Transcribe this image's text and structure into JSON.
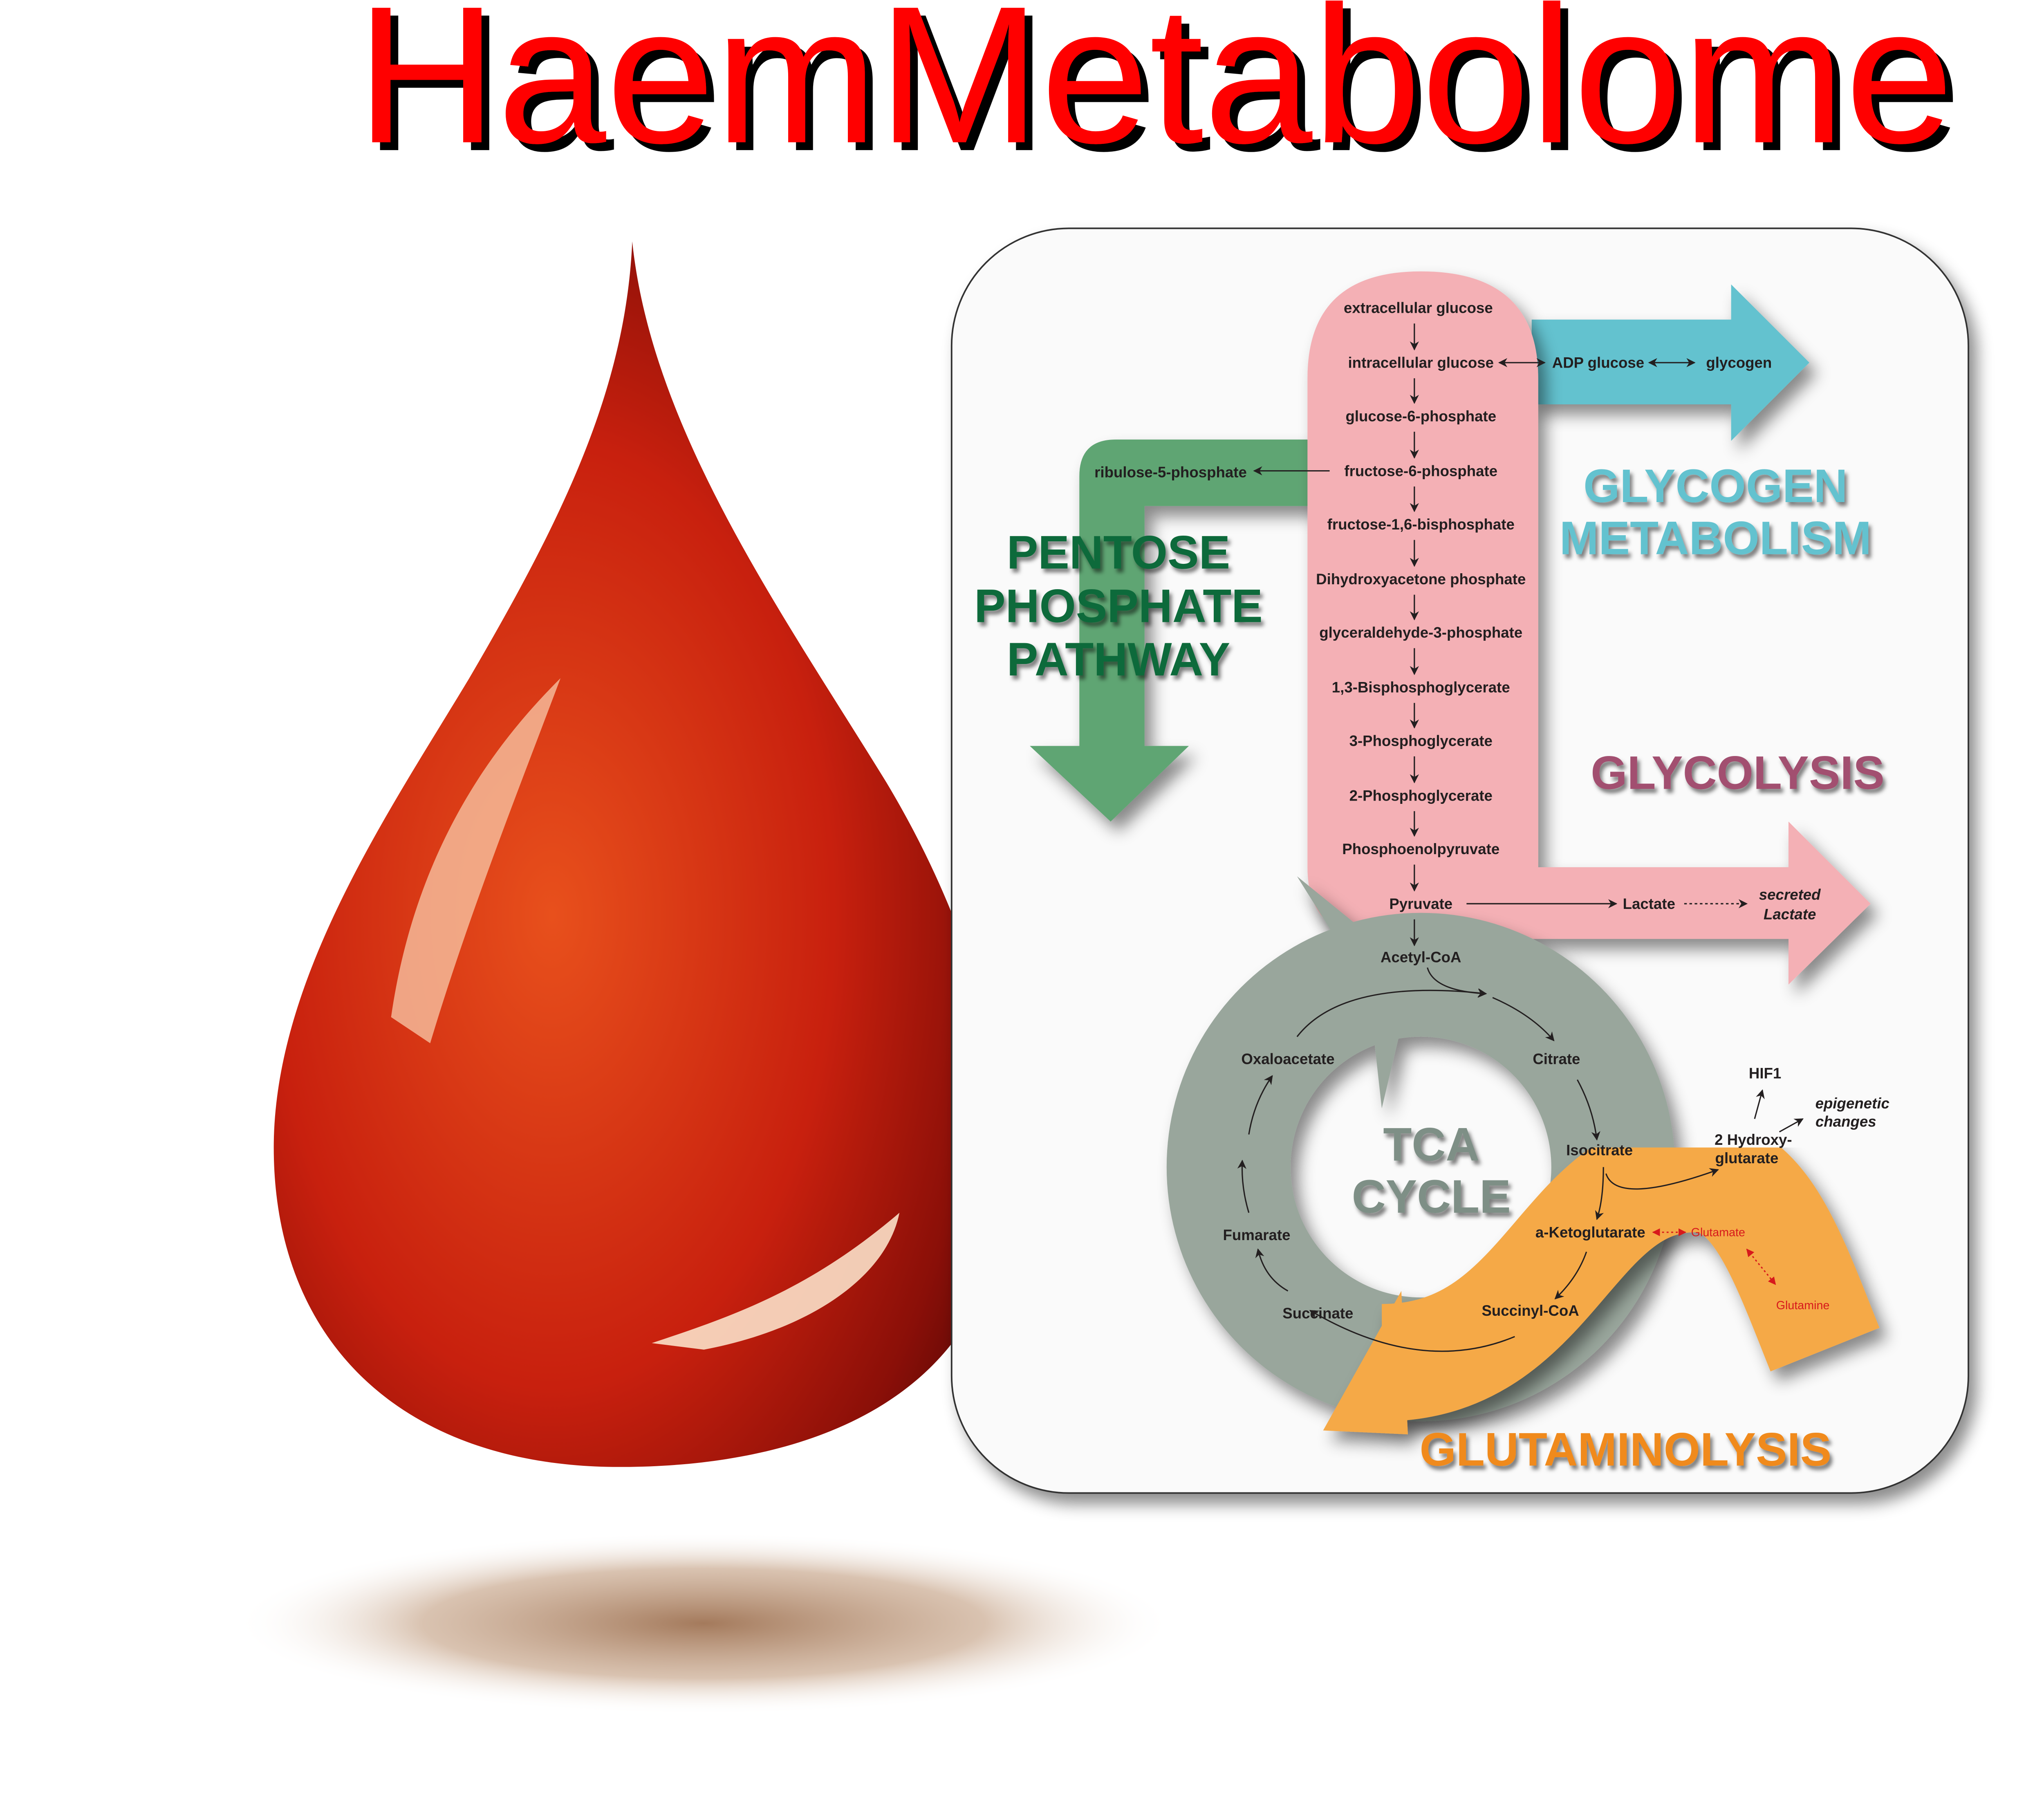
{
  "title": "HaemMetabolome",
  "colors": {
    "title": "#ff0000",
    "glycolysis": "#f4b0b5",
    "glycogen": "#63c2cf",
    "pentose": "#5fa573",
    "tca": "#99a69c",
    "glutaminolysis": "#f5a947",
    "text": "#231f20",
    "red_text": "#d7191c"
  },
  "sections": {
    "glycogen": [
      "GLYCOGEN",
      "METABOLISM"
    ],
    "pentose": [
      "PENTOSE",
      "PHOSPHATE",
      "PATHWAY"
    ],
    "glycolysis": "GLYCOLYSIS",
    "tca": [
      "TCA",
      "CYCLE"
    ],
    "glutaminolysis": "GLUTAMINOLYSIS"
  },
  "glycolysis_steps": [
    "extracellular glucose",
    "intracellular glucose",
    "glucose-6-phosphate",
    "fructose-6-phosphate",
    "fructose-1,6-bisphosphate",
    "Dihydroxyacetone phosphate",
    "glyceraldehyde-3-phosphate",
    "1,3-Bisphosphoglycerate",
    "3-Phosphoglycerate",
    "2-Phosphoglycerate",
    "Phosphoenolpyruvate",
    "Pyruvate",
    "Acetyl-CoA"
  ],
  "glycogen_steps": [
    "ADP glucose",
    "glycogen"
  ],
  "pentose_step": "ribulose-5-phosphate",
  "lactate": {
    "lactate": "Lactate",
    "secreted": [
      "secreted",
      "Lactate"
    ]
  },
  "tca_steps": {
    "citrate": "Citrate",
    "isocitrate": "Isocitrate",
    "akg": "a-Ketoglutarate",
    "succinyl": "Succinyl-CoA",
    "succinate": "Succinate",
    "fumarate": "Fumarate",
    "oxaloacetate": "Oxaloacetate"
  },
  "hydroxy": [
    "2 Hydroxy-",
    "glutarate"
  ],
  "hif1": "HIF1",
  "epigenetic": [
    "epigenetic",
    "changes"
  ],
  "glutamate": "Glutamate",
  "glutamine": "Glutamine"
}
